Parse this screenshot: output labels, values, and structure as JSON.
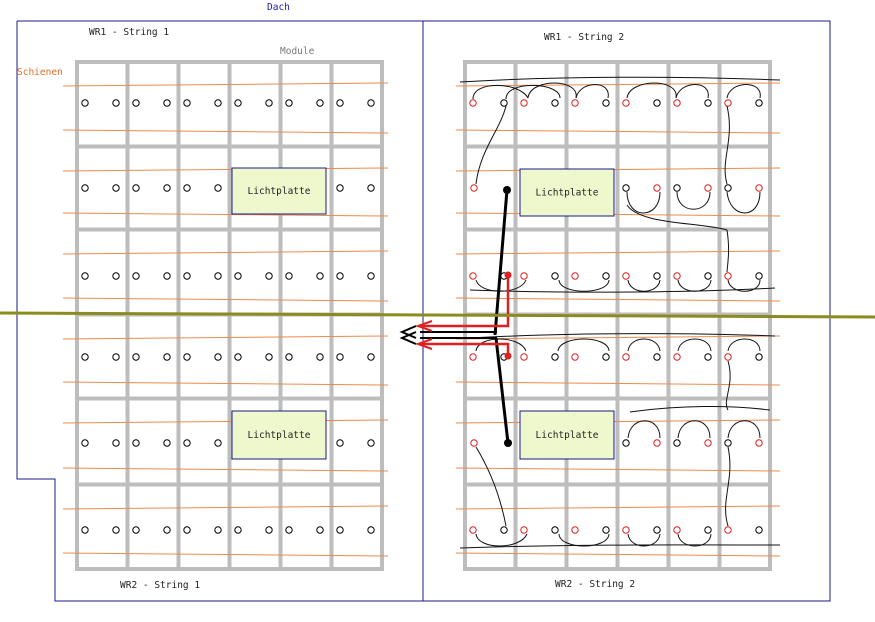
{
  "labels": {
    "roof": "Dach",
    "string_top_left": "WR1 - String 1",
    "string_top_right": "WR1 - String 2",
    "string_bottom_left": "WR2 - String 1",
    "string_bottom_right": "WR2 - String 2",
    "modules": "Module",
    "rails": "Schienen",
    "skylight": "Lichtplatte"
  },
  "colors": {
    "roof_outline": "#1a1a8c",
    "module_frame": "#bdbdbd",
    "rail": "#ef8a4c",
    "skylight_fill": "#eef8cc",
    "skylight_border": "#1a1a8c",
    "ridge_line": "#8c8c1e",
    "connector_black": "#000000",
    "connector_red": "#e02020",
    "cable": "#111111"
  },
  "icons": {
    "arrow": "arrow-left-icon",
    "connector": "connector-circle-icon"
  }
}
